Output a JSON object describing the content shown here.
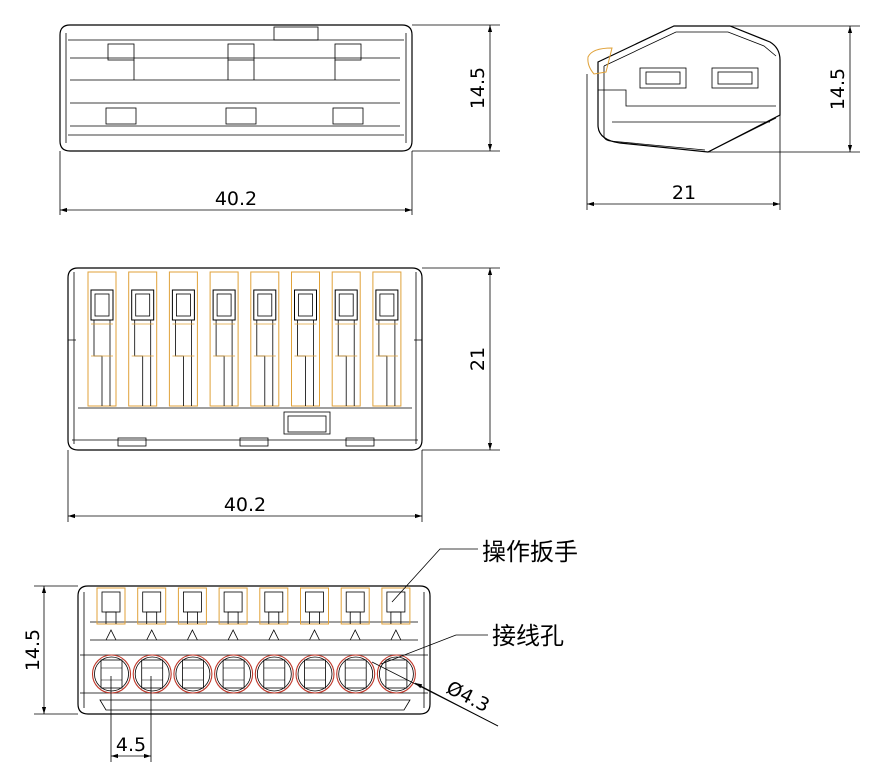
{
  "views": {
    "top_view": {
      "width_dim": "40.2",
      "height_dim": "14.5"
    },
    "side_view": {
      "width_dim": "21",
      "height_dim": "14.5"
    },
    "plan_view": {
      "width_dim": "40.2",
      "height_dim": "21"
    },
    "front_view": {
      "height_dim": "14.5",
      "pitch_dim": "4.5",
      "hole_dim": "Ø4.3",
      "lever_label": "操作扳手",
      "hole_label": "接线孔"
    }
  },
  "colors": {
    "line": "#000000",
    "lever": "#e0a23a",
    "hole": "#c0392b"
  }
}
